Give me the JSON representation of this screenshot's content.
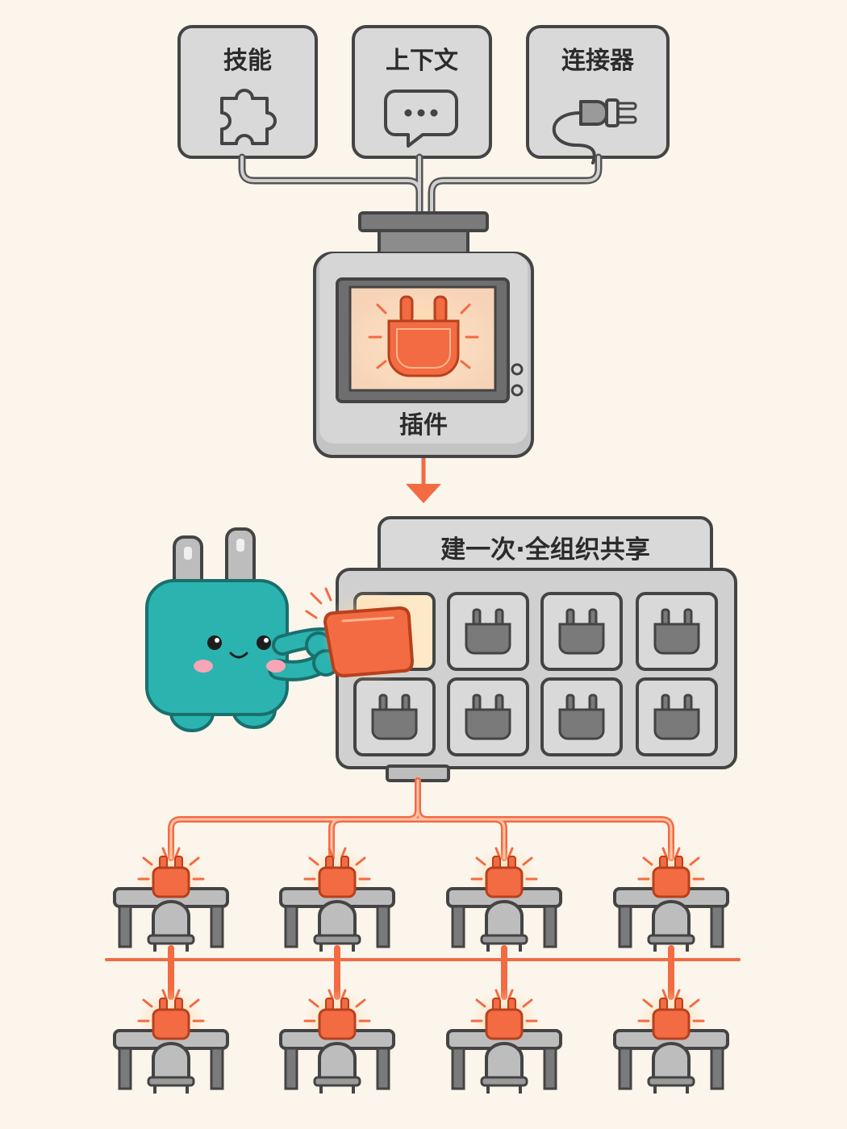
{
  "sources": [
    {
      "label": "技能",
      "icon": "puzzle-icon"
    },
    {
      "label": "上下文",
      "icon": "chat-bubble-icon"
    },
    {
      "label": "连接器",
      "icon": "plug-cable-icon"
    }
  ],
  "machine": {
    "label": "插件",
    "icon": "glowing-plug-icon"
  },
  "shelf": {
    "banner": "建一次·全组织共享",
    "slot_count": 8,
    "filled_slots": 1
  },
  "mascot": {
    "icon": "teal-plug-mascot-icon"
  },
  "workstations": {
    "rows": 2,
    "per_row": 4,
    "icon": "desk-chair-plug-icon"
  },
  "colors": {
    "background": "#fbf5ec",
    "accent": "#f26b43",
    "panel": "#d9d9d9",
    "outline": "#444444",
    "mascot": "#2bb3b0"
  }
}
